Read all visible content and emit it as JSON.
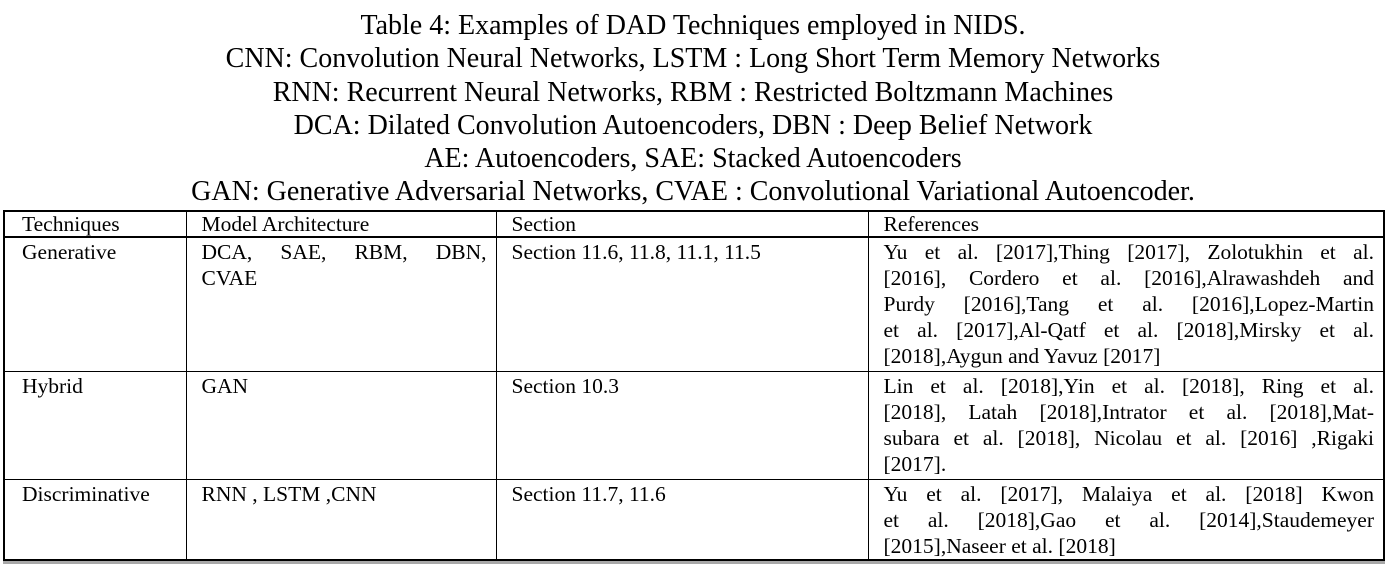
{
  "caption": {
    "title": "Table 4: Examples of DAD Techniques employed in NIDS.",
    "legend_lines": [
      "CNN: Convolution Neural Networks, LSTM : Long Short Term Memory Networks",
      "RNN: Recurrent Neural Networks, RBM : Restricted Boltzmann Machines",
      "DCA: Dilated Convolution Autoencoders, DBN : Deep Belief Network",
      "AE: Autoencoders, SAE: Stacked Autoencoders",
      "GAN: Generative Adversarial Networks, CVAE : Convolutional Variational Autoencoder."
    ]
  },
  "table": {
    "headers": [
      "Techniques",
      "Model Architecture",
      "Section",
      "References"
    ],
    "rows": [
      {
        "technique": "Generative",
        "model_architecture": "DCA, SAE, RBM, DBN, CVAE",
        "model_lines": [
          "DCA, SAE, RBM, DBN,",
          "CVAE"
        ],
        "section": "Section 11.6, 11.8, 11.1, 11.5",
        "references": "Yu et al. [2017],Thing [2017], Zolotukhin et al. [2016], Cordero et al. [2016],Alrawashdeh and Purdy [2016],Tang et al. [2016],Lopez-Martin et al. [2017],Al-Qatf et al. [2018],Mirsky et al. [2018],Aygun and Yavuz [2017]",
        "reference_lines": [
          "Yu et al. [2017],Thing [2017], Zolotukhin et al.",
          "[2016], Cordero et al. [2016],Alrawashdeh and",
          "Purdy [2016],Tang et al. [2016],Lopez-Martin",
          "et al. [2017],Al-Qatf et al. [2018],Mirsky et al.",
          "[2018],Aygun and Yavuz [2017]"
        ]
      },
      {
        "technique": "Hybrid",
        "model_architecture": "GAN",
        "model_lines": [
          "GAN"
        ],
        "section": "Section 10.3",
        "references": "Lin et al. [2018],Yin et al. [2018], Ring et al. [2018], Latah [2018],Intrator et al. [2018],Matsubara et al. [2018], Nicolau et al. [2016] ,Rigaki [2017].",
        "reference_lines": [
          "Lin et al. [2018],Yin et al. [2018], Ring et al.",
          "[2018], Latah [2018],Intrator et al. [2018],Mat-",
          "subara et al. [2018], Nicolau et al. [2016] ,Rigaki",
          "[2017]."
        ]
      },
      {
        "technique": "Discriminative",
        "model_architecture": "RNN , LSTM ,CNN",
        "model_lines": [
          "RNN , LSTM ,CNN"
        ],
        "section": "Section 11.7, 11.6",
        "references": "Yu et al. [2017], Malaiya et al. [2018] Kwon et al. [2018],Gao et al. [2014],Staudemeyer [2015],Naseer et al. [2018]",
        "reference_lines": [
          "Yu et al. [2017], Malaiya et al. [2018] Kwon",
          "et al. [2018],Gao et al. [2014],Staudemeyer",
          "[2015],Naseer et al. [2018]"
        ]
      }
    ]
  }
}
